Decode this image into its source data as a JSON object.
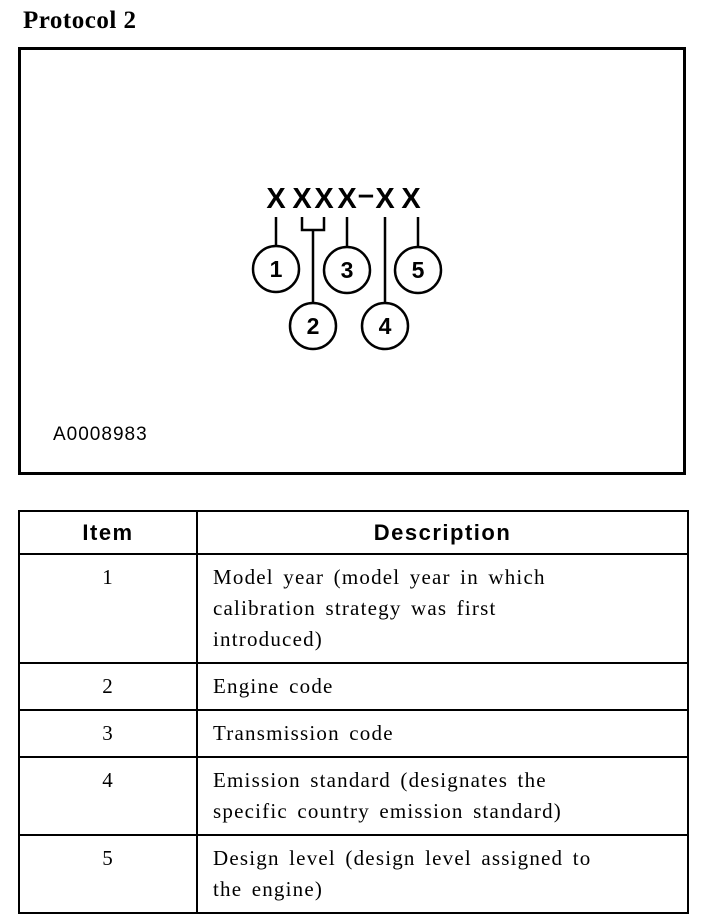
{
  "title": "Protocol 2",
  "diagram": {
    "figure_id": "A0008983",
    "code": {
      "chars": [
        "X",
        "X",
        "X",
        "X",
        "X",
        "X"
      ],
      "separator": "–"
    },
    "callouts": [
      "1",
      "2",
      "3",
      "4",
      "5"
    ]
  },
  "table": {
    "headers": {
      "item": "Item",
      "description": "Description"
    },
    "rows": [
      {
        "item": "1",
        "description": "Model year (model year in which\ncalibration strategy was first\nintroduced)"
      },
      {
        "item": "2",
        "description": "Engine code"
      },
      {
        "item": "3",
        "description": "Transmission code"
      },
      {
        "item": "4",
        "description": "Emission standard (designates the\nspecific country emission standard)"
      },
      {
        "item": "5",
        "description": "Design level (design level assigned to\nthe engine)"
      }
    ]
  }
}
